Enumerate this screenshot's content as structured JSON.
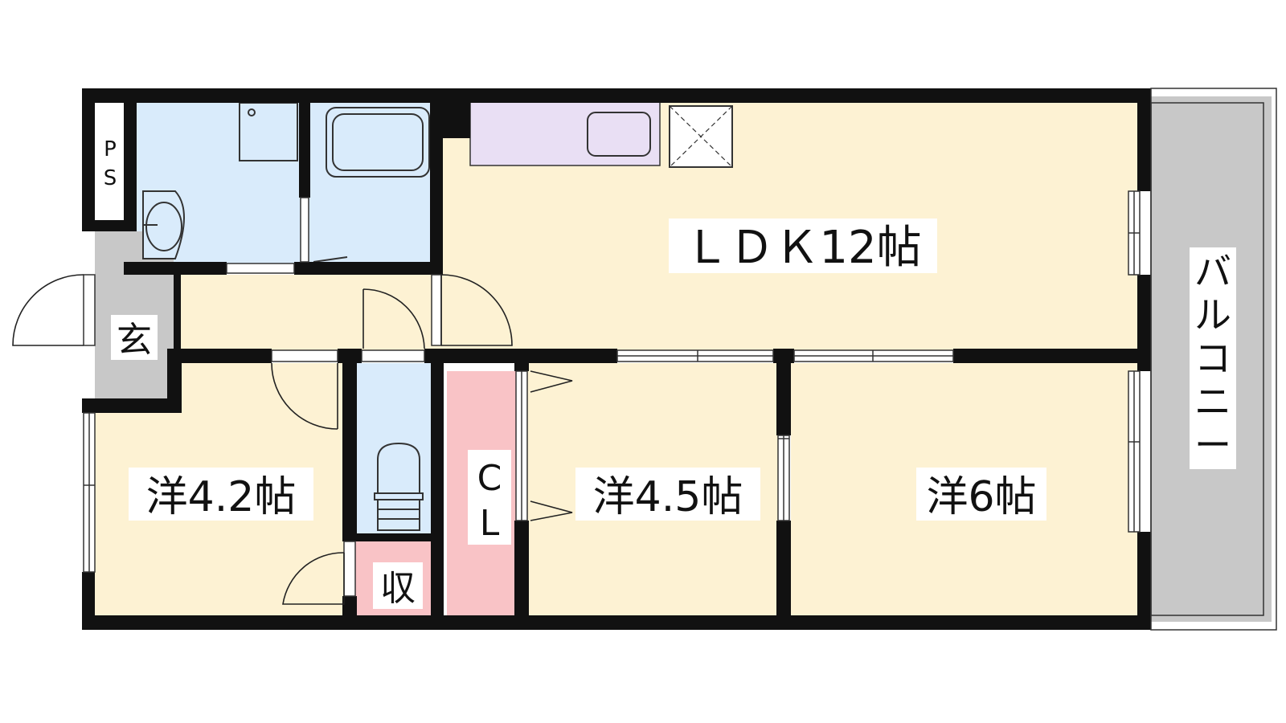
{
  "rooms": {
    "ldk": "ＬＤＫ12帖",
    "western_a": "洋4.2帖",
    "western_b": "洋4.5帖",
    "western_c": "洋6帖",
    "entrance": "玄",
    "storage": "収",
    "closet_top": "C",
    "closet_bottom": "L",
    "pipe_space_top": "P",
    "pipe_space_bottom": "S",
    "balcony": [
      "バ",
      "ル",
      "コ",
      "ニ",
      "ー"
    ]
  },
  "colors": {
    "wall": "#111111",
    "living": "#fdf2d3",
    "wet_area": "#d9ebfb",
    "kitchen": "#e9dff4",
    "closet": "#f9c3c6",
    "entrance": "#c8c8c8",
    "balcony": "#c8c8c8"
  }
}
